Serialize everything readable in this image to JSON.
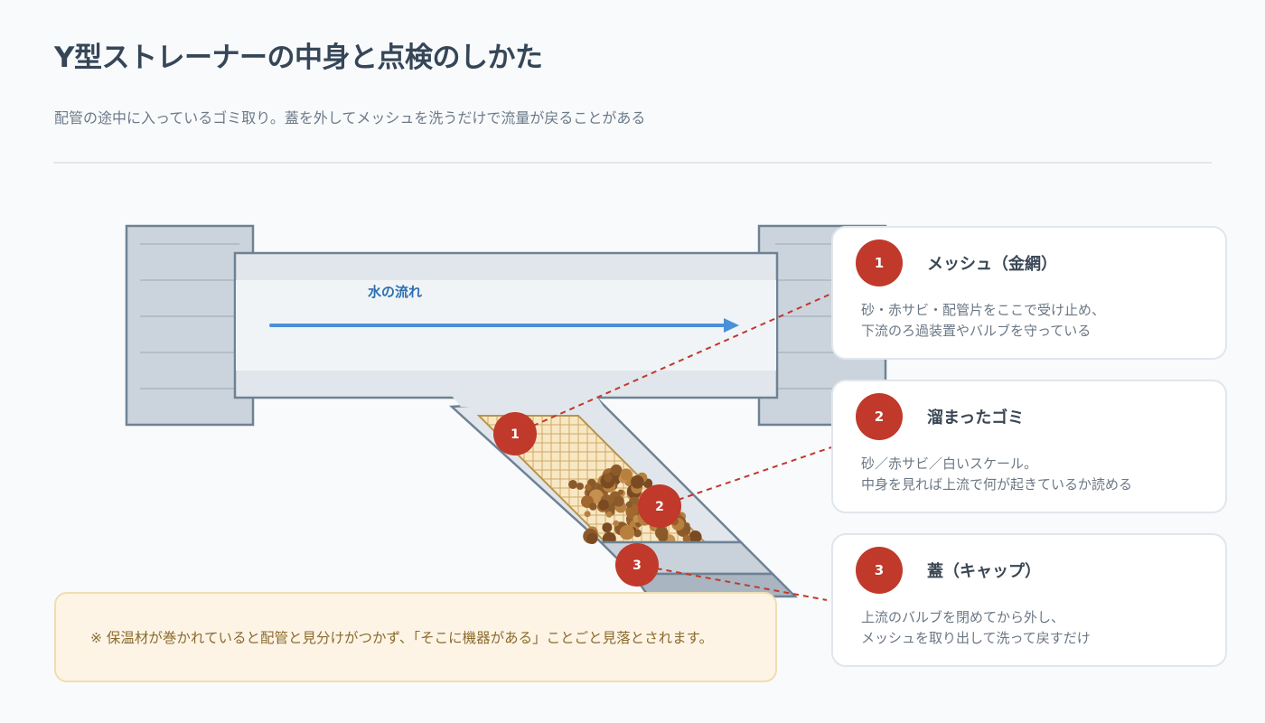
{
  "header": {
    "title": "Y型ストレーナーの中身と点検のしかた",
    "subtitle": "配管の途中に入っているゴミ取り。蓋を外してメッシュを洗うだけで流量が戻ることがある"
  },
  "diagram": {
    "flow_label": "水の流れ",
    "markers": [
      "1",
      "2",
      "3"
    ]
  },
  "callouts": [
    {
      "number": "1",
      "title": "メッシュ（金網）",
      "lines": [
        "砂・赤サビ・配管片をここで受け止め、",
        "下流のろ過装置やバルブを守っている"
      ]
    },
    {
      "number": "2",
      "title": "溜まったゴミ",
      "lines": [
        "砂／赤サビ／白いスケール。",
        "中身を見れば上流で何が起きているか読める"
      ]
    },
    {
      "number": "3",
      "title": "蓋（キャップ）",
      "lines": [
        "上流のバルブを閉めてから外し、",
        "メッシュを取り出して洗って戻すだけ"
      ]
    }
  ],
  "note": "※ 保温材が巻かれていると配管と見分けがつかず、「そこに機器がある」ことごと見落とされます。",
  "colors": {
    "accent_red": "#c0392b",
    "flow_blue": "#4a90d9",
    "title_text": "#354657",
    "note_bg": "#fdf4e6"
  }
}
